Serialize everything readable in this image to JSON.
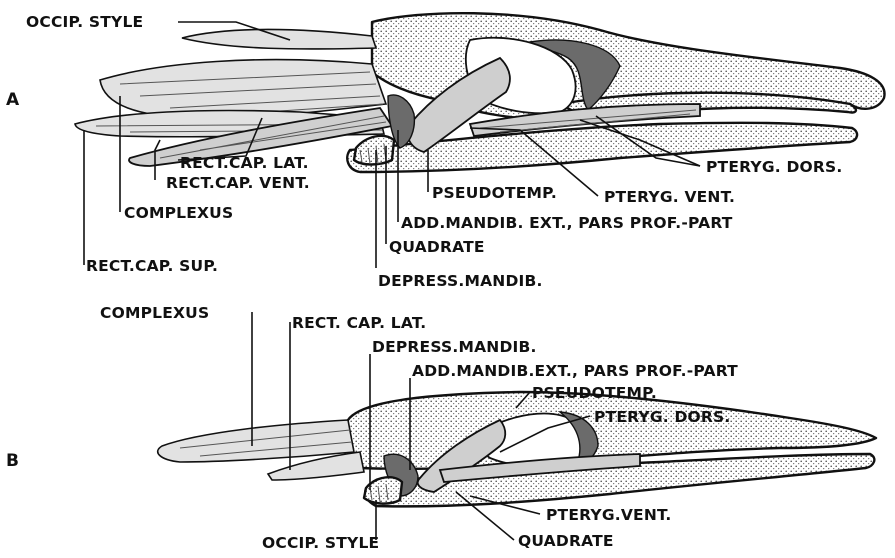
{
  "panels": {
    "a": "A",
    "b": "B"
  },
  "labels_a": {
    "occip_style": "OCCIP. STYLE",
    "rect_cap_lat": "RECT.CAP. LAT.",
    "rect_cap_vent": "RECT.CAP. VENT.",
    "complexus": "COMPLEXUS",
    "rect_cap_sup": "RECT.CAP. SUP.",
    "depress_mandib": "DEPRESS.MANDIB.",
    "quadrate": "QUADRATE",
    "add_mandib": "ADD.MANDIB. EXT., PARS PROF.-PART",
    "pseudotemp": "PSEUDOTEMP.",
    "pteryg_vent": "PTERYG. VENT.",
    "pteryg_dors": "PTERYG. DORS."
  },
  "labels_b": {
    "complexus": "COMPLEXUS",
    "rect_cap_lat": "RECT. CAP. LAT.",
    "depress_mandib": "DEPRESS.MANDIB.",
    "add_mandib": "ADD.MANDIB.EXT., PARS PROF.-PART",
    "pseudotemp": "PSEUDOTEMP.",
    "pteryg_dors": "PTERYG. DORS.",
    "pteryg_vent": "PTERYG.VENT.",
    "occip_style": "OCCIP. STYLE",
    "quadrate": "QUADRATE"
  }
}
